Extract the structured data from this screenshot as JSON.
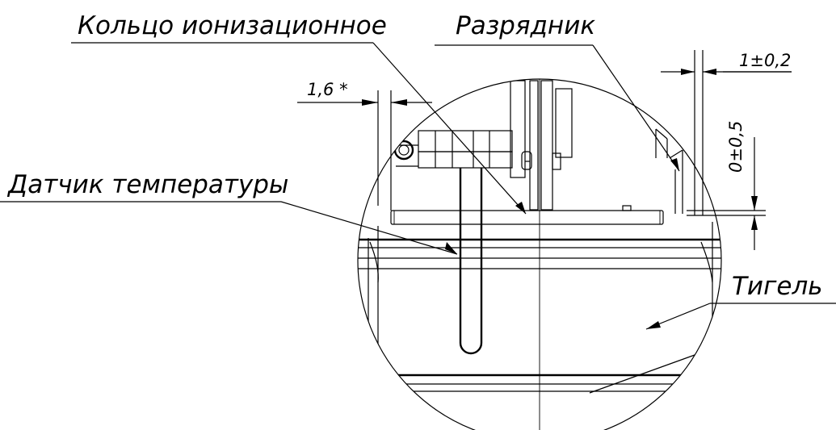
{
  "labels": {
    "ionization_ring": "Кольцо ионизационное",
    "discharger": "Разрядник",
    "temperature_sensor": "Датчик температуры",
    "crucible": "Тигель"
  },
  "dimensions": {
    "gap_top": "1±0,2",
    "gap_side": "1,6 *",
    "vertical_offset": "0±0,5"
  }
}
